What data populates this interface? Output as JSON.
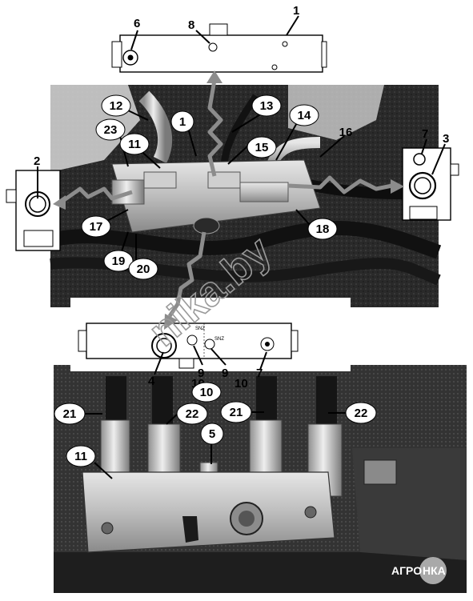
{
  "callouts": {
    "c1_top": "1",
    "c1_photo": "1",
    "c2": "2",
    "c3": "3",
    "c4": "4",
    "c5": "5",
    "c6": "6",
    "c7_right": "7",
    "c7_bottom": "7",
    "c8": "8",
    "c9_a": "9",
    "c9_b": "9",
    "c10_a": "10",
    "c10_b": "10",
    "c10_c": "10",
    "c11_top": "11",
    "c11_bottom": "11",
    "c12": "12",
    "c13": "13",
    "c14": "14",
    "c15": "15",
    "c16": "16",
    "c17": "17",
    "c18": "18",
    "c19": "19",
    "c20": "20",
    "c21_a": "21",
    "c21_b": "21",
    "c22_a": "22",
    "c22_b": "22",
    "c23": "23"
  },
  "block_markings": {
    "port_a": "SNZ",
    "port_b": "SNZ"
  },
  "watermark": "nika.by",
  "logo": {
    "left": "АГРО",
    "right": "НКА"
  },
  "colors": {
    "photo_dark": "#1c1c1c",
    "photo_mid": "#5a5a5a",
    "arrow_gray": "#8c8c8c",
    "label_fill": "#ffffff",
    "line": "#000000"
  }
}
